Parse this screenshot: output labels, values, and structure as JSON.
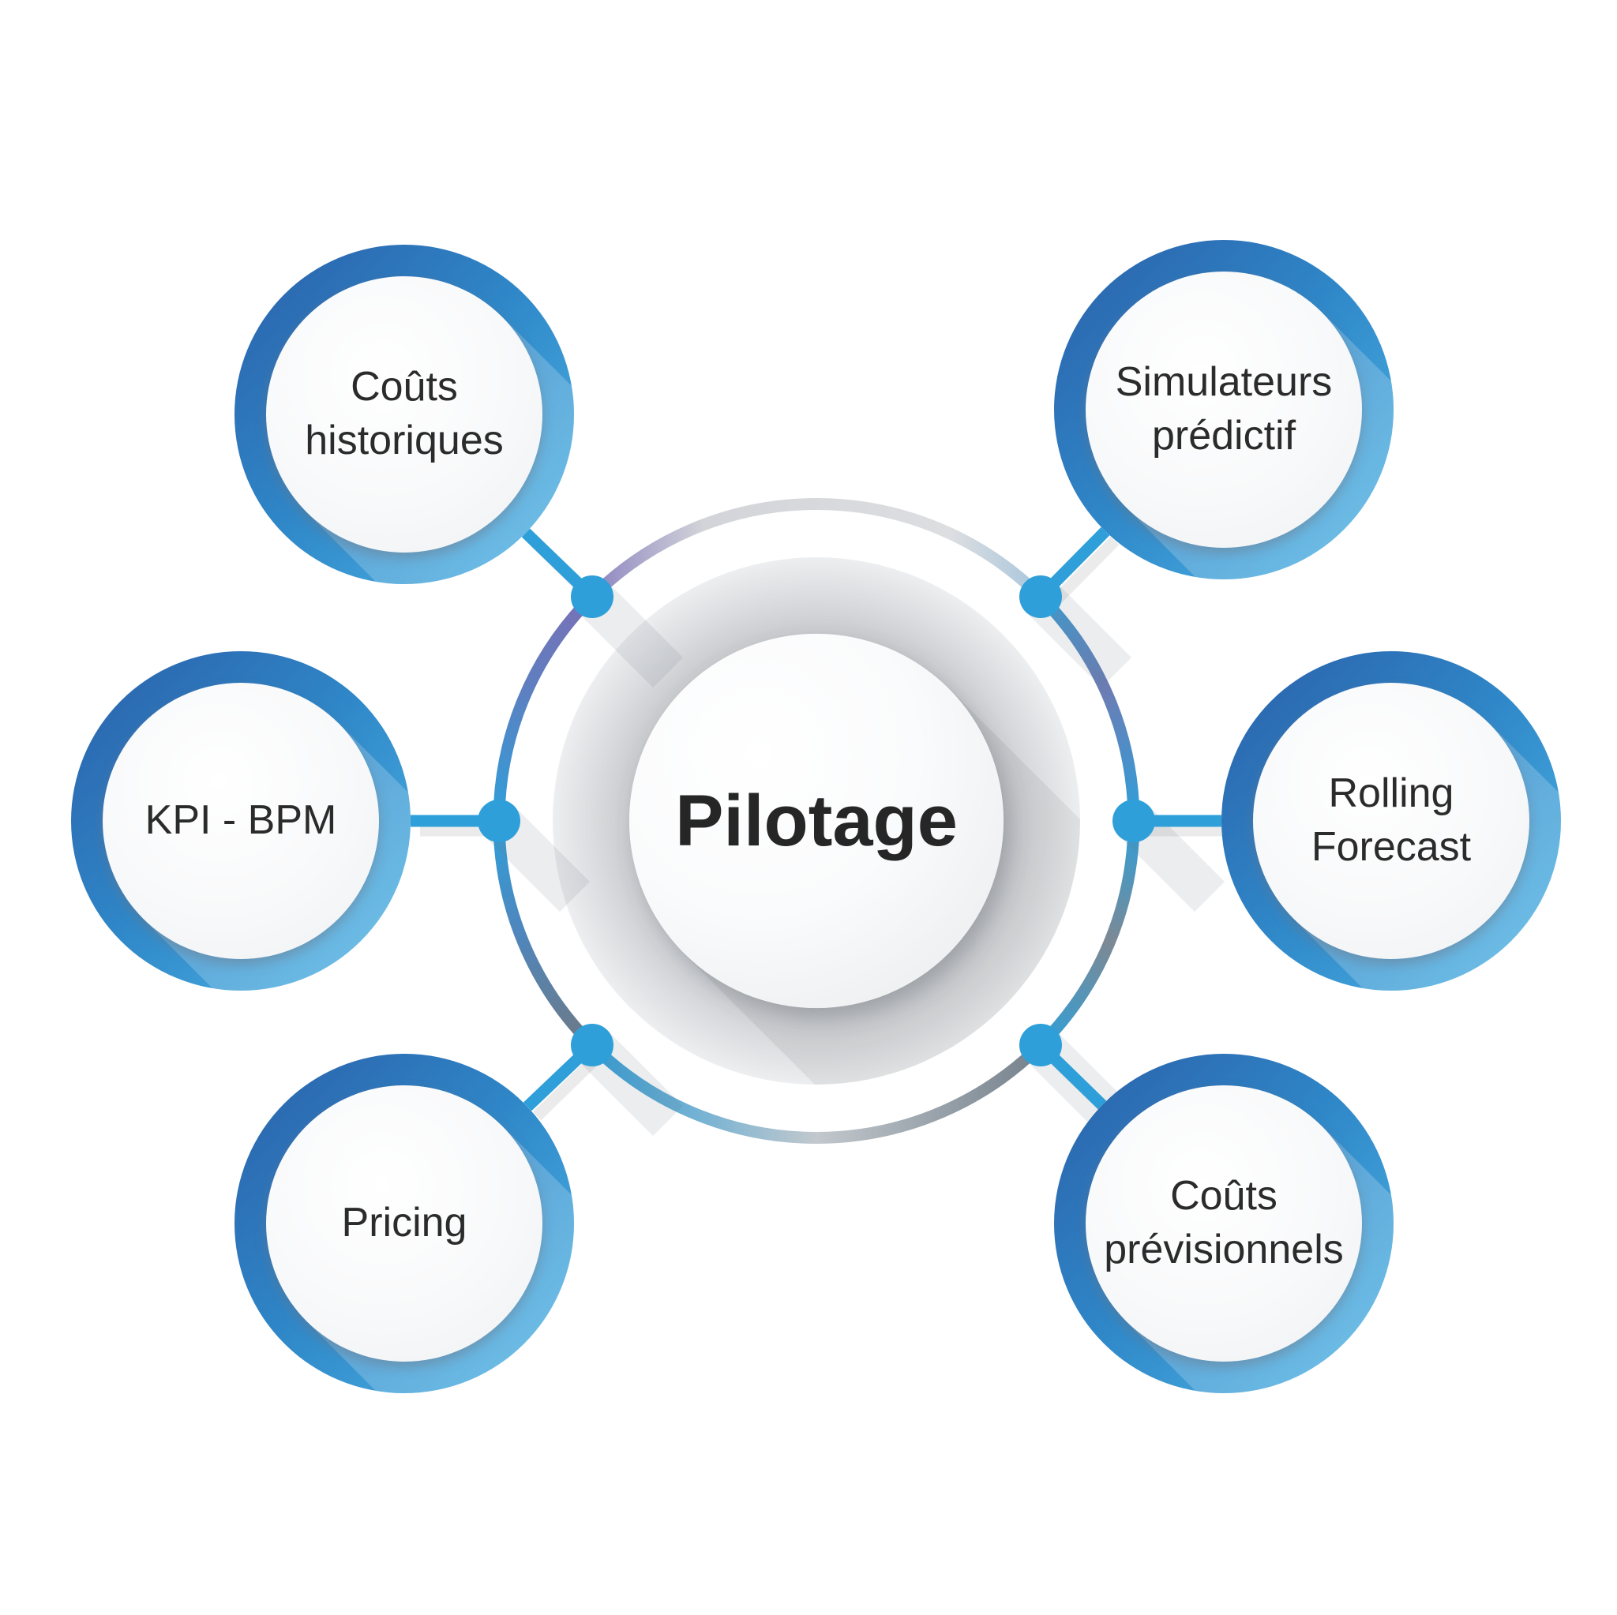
{
  "diagram": {
    "center": {
      "label": "Pilotage"
    },
    "nodes": [
      {
        "id": "couts-historiques",
        "label": "Coûts historiques",
        "position": "top-left"
      },
      {
        "id": "kpi-bpm",
        "label": "KPI - BPM",
        "position": "left"
      },
      {
        "id": "pricing",
        "label": "Pricing",
        "position": "bottom-left"
      },
      {
        "id": "simulateurs-predictif",
        "label": "Simulateurs prédictif",
        "position": "top-right"
      },
      {
        "id": "rolling-forecast",
        "label": "Rolling Forecast",
        "position": "right"
      },
      {
        "id": "couts-previsionnels",
        "label": "Coûts prévisionnels",
        "position": "bottom-right"
      }
    ],
    "theme": {
      "colors": {
        "node-ring-dark": "#2b5fa9",
        "node-ring-mid": "#2f87c8",
        "node-ring-light": "#4fb7e7",
        "hub-dot-blue": "#2f9fd9",
        "orbit-purple": "#7b70b6",
        "orbit-slate": "#75818c",
        "orbit-gray": "#d2d4d9",
        "donut-gray": "#d9dbde",
        "text": "#2b2b2b"
      }
    }
  }
}
